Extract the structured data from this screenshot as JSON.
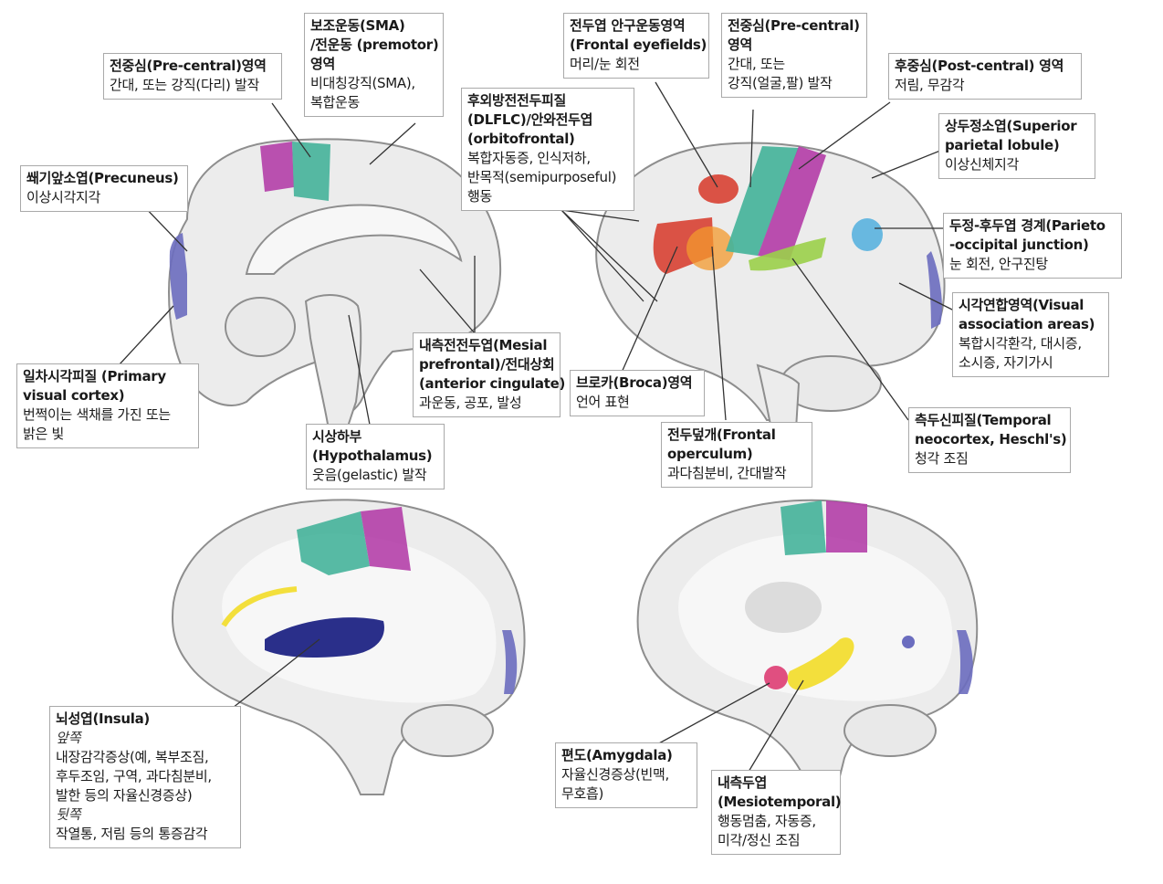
{
  "colors": {
    "outline": "#8e8e8e",
    "brain_fill": "#ececec",
    "cut_fill": "#f7f7f7",
    "teal": "#45b39a",
    "magenta": "#b43fa8",
    "red": "#d94a3c",
    "orange": "#f39a2e",
    "yellow": "#f3df3c",
    "green": "#9bd04a",
    "lightblue": "#5ab3df",
    "purple": "#6b6dbf",
    "navy": "#2a2f8a",
    "pink": "#e04f80",
    "leader": "#333333"
  },
  "panels": {
    "medial": {
      "name": "medial-brain-view"
    },
    "lateral": {
      "name": "lateral-brain-view"
    },
    "insula": {
      "name": "insula-section-view"
    },
    "mesial": {
      "name": "mesiotemporal-section-view"
    }
  },
  "labels": {
    "sma": {
      "title": "보조운동(SMA)",
      "lines": [
        "/전운동 (premotor)",
        "영역",
        "비대칭강직(SMA),",
        "복합운동"
      ]
    },
    "precentral_med": {
      "title": "전중심(Pre-central)영역",
      "lines": [
        "간대, 또는 강직(다리) 발작"
      ]
    },
    "precuneus": {
      "title": "쐐기앞소엽(Precuneus)",
      "lines": [
        "이상시각지각"
      ]
    },
    "dlpfc": {
      "title": "후외방전전두피질",
      "lines": [
        "(DLFLC)/안와전두엽",
        "(orbitofrontal)",
        "복합자동증, 인식저하,",
        "반목적(semipurposeful)",
        "행동"
      ]
    },
    "fef": {
      "title": "전두엽 안구운동영역",
      "lines": [
        "(Frontal eyefields)",
        "머리/눈 회전"
      ]
    },
    "precentral_lat": {
      "title": "전중심(Pre-central)",
      "lines": [
        "영역",
        "간대, 또는",
        "강직(얼굴,팔) 발작"
      ]
    },
    "postcentral": {
      "title": "후중심(Post-central) 영역",
      "lines": [
        "저림, 무감각"
      ]
    },
    "superior_parietal": {
      "title": "상두정소엽(Superior",
      "lines": [
        "parietal lobule)",
        "이상신체지각"
      ]
    },
    "parieto_occipital": {
      "title": "두정-후두엽 경계(Parieto",
      "lines": [
        "-occipital junction)",
        "눈 회전, 안구진탕"
      ]
    },
    "visual_assoc": {
      "title": "시각연합영역(Visual",
      "lines": [
        "association areas)",
        "복합시각환각, 대시증,",
        "소시증, 자기가시"
      ]
    },
    "primary_visual": {
      "title": "일차시각피질 (Primary",
      "lines": [
        "visual cortex)",
        "번쩍이는 색채를 가진 또는",
        "밝은 빛"
      ]
    },
    "hypothalamus": {
      "title": "시상하부",
      "lines": [
        "(Hypothalamus)",
        "웃음(gelastic) 발작"
      ]
    },
    "mesial_prefrontal": {
      "title": "내측전전두엽(Mesial",
      "lines": [
        "prefrontal)/전대상회",
        "(anterior cingulate)",
        "과운동, 공포, 발성"
      ]
    },
    "broca": {
      "title": "브로카(Broca)영역",
      "lines": [
        "언어 표현"
      ]
    },
    "operculum": {
      "title": "전두덮개(Frontal",
      "lines": [
        "operculum)",
        "과다침분비, 간대발작"
      ]
    },
    "temporal_neo": {
      "title": "측두신피질(Temporal",
      "lines": [
        "neocortex, Heschl's)",
        "청각 조짐"
      ]
    },
    "insula": {
      "title": "뇌성엽(Insula)",
      "front": "앞쪽",
      "front_lines": [
        "내장감각증상(예, 복부조짐,",
        "후두조임, 구역, 과다침분비,",
        "발한 등의 자율신경증상)"
      ],
      "back": "뒷쪽",
      "back_lines": [
        "작열통, 저림 등의 통증감각"
      ]
    },
    "amygdala": {
      "title": "편도(Amygdala)",
      "lines": [
        "자율신경증상(빈맥,",
        "무호흡)"
      ]
    },
    "mesiotemporal": {
      "title": "내측두엽",
      "lines": [
        "(Mesiotemporal)",
        "행동멈춤, 자동증,",
        "미각/정신 조짐"
      ]
    }
  }
}
